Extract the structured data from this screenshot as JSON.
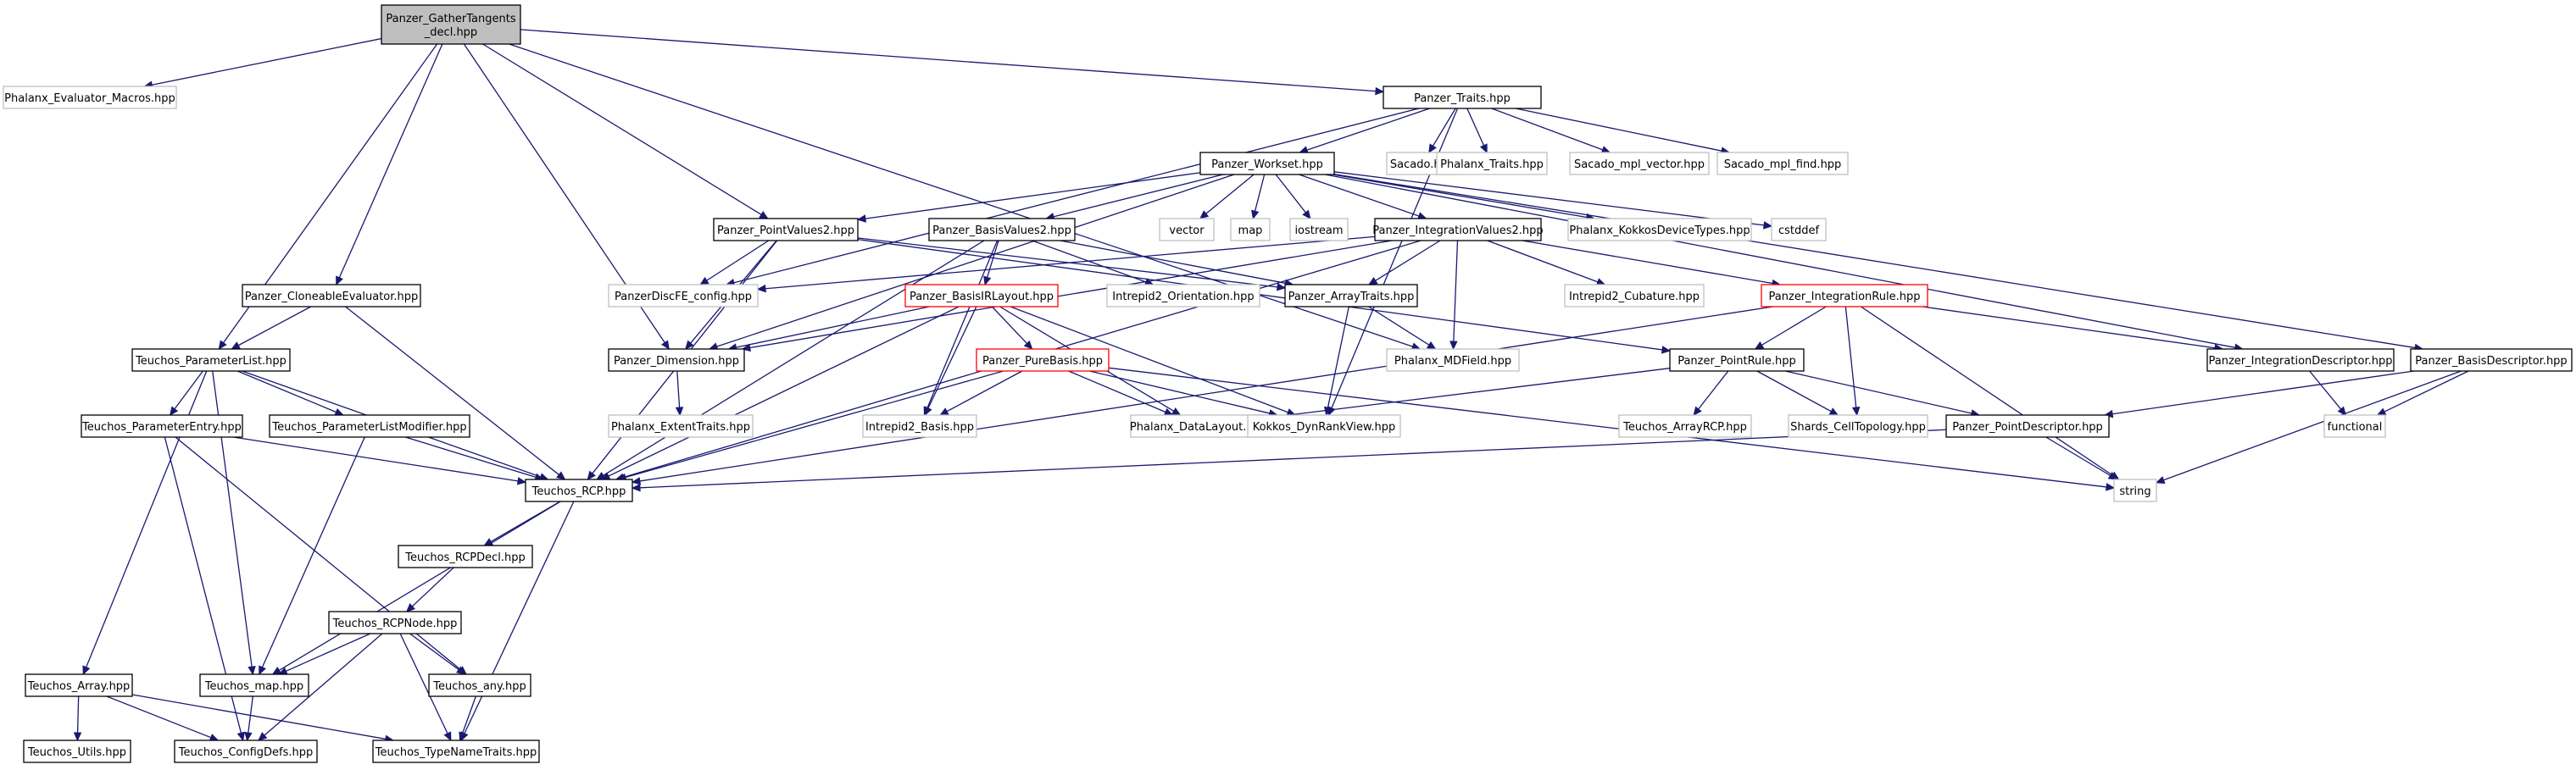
{
  "diagram": {
    "type": "include-dependency-graph",
    "colors": {
      "edge": "#191970",
      "border_normal": "#000000",
      "border_system": "#bfbfbf",
      "border_incomplete": "#ff0000",
      "fill_root": "#bfbfbf",
      "fill_default": "#ffffff"
    },
    "nodes": [
      {
        "id": "root",
        "lines": [
          "Panzer_GatherTangents",
          "_decl.hpp"
        ],
        "style": "root"
      },
      {
        "id": "phx_eval_macros",
        "lines": [
          "Phalanx_Evaluator_Macros.hpp"
        ],
        "style": "system"
      },
      {
        "id": "traits",
        "lines": [
          "Panzer_Traits.hpp"
        ],
        "style": "normal"
      },
      {
        "id": "workset",
        "lines": [
          "Panzer_Workset.hpp"
        ],
        "style": "normal"
      },
      {
        "id": "sacado",
        "lines": [
          "Sacado.hpp"
        ],
        "style": "system"
      },
      {
        "id": "phx_traits",
        "lines": [
          "Phalanx_Traits.hpp"
        ],
        "style": "system"
      },
      {
        "id": "sacado_mpl_vector",
        "lines": [
          "Sacado_mpl_vector.hpp"
        ],
        "style": "system"
      },
      {
        "id": "sacado_mpl_find",
        "lines": [
          "Sacado_mpl_find.hpp"
        ],
        "style": "system"
      },
      {
        "id": "pv2",
        "lines": [
          "Panzer_PointValues2.hpp"
        ],
        "style": "normal"
      },
      {
        "id": "bv2",
        "lines": [
          "Panzer_BasisValues2.hpp"
        ],
        "style": "normal"
      },
      {
        "id": "vector",
        "lines": [
          "vector"
        ],
        "style": "system"
      },
      {
        "id": "map",
        "lines": [
          "map"
        ],
        "style": "system"
      },
      {
        "id": "iostream",
        "lines": [
          "iostream"
        ],
        "style": "system"
      },
      {
        "id": "iv2",
        "lines": [
          "Panzer_IntegrationValues2.hpp"
        ],
        "style": "normal"
      },
      {
        "id": "phx_kokkos_dev",
        "lines": [
          "Phalanx_KokkosDeviceTypes.hpp"
        ],
        "style": "system"
      },
      {
        "id": "cstddef",
        "lines": [
          "cstddef"
        ],
        "style": "system"
      },
      {
        "id": "cloneable",
        "lines": [
          "Panzer_CloneableEvaluator.hpp"
        ],
        "style": "normal"
      },
      {
        "id": "pdfe_config",
        "lines": [
          "PanzerDiscFE_config.hpp"
        ],
        "style": "system"
      },
      {
        "id": "basis_irlayout",
        "lines": [
          "Panzer_BasisIRLayout.hpp"
        ],
        "style": "incomplete"
      },
      {
        "id": "i2_orientation",
        "lines": [
          "Intrepid2_Orientation.hpp"
        ],
        "style": "system"
      },
      {
        "id": "array_traits",
        "lines": [
          "Panzer_ArrayTraits.hpp"
        ],
        "style": "normal"
      },
      {
        "id": "i2_cubature",
        "lines": [
          "Intrepid2_Cubature.hpp"
        ],
        "style": "system"
      },
      {
        "id": "int_rule",
        "lines": [
          "Panzer_IntegrationRule.hpp"
        ],
        "style": "incomplete"
      },
      {
        "id": "param_list",
        "lines": [
          "Teuchos_ParameterList.hpp"
        ],
        "style": "normal"
      },
      {
        "id": "dimension",
        "lines": [
          "Panzer_Dimension.hpp"
        ],
        "style": "normal"
      },
      {
        "id": "pure_basis",
        "lines": [
          "Panzer_PureBasis.hpp"
        ],
        "style": "incomplete"
      },
      {
        "id": "phx_mdfield",
        "lines": [
          "Phalanx_MDField.hpp"
        ],
        "style": "system"
      },
      {
        "id": "point_rule",
        "lines": [
          "Panzer_PointRule.hpp"
        ],
        "style": "normal"
      },
      {
        "id": "int_desc",
        "lines": [
          "Panzer_IntegrationDescriptor.hpp"
        ],
        "style": "normal"
      },
      {
        "id": "basis_desc",
        "lines": [
          "Panzer_BasisDescriptor.hpp"
        ],
        "style": "normal"
      },
      {
        "id": "param_entry",
        "lines": [
          "Teuchos_ParameterEntry.hpp"
        ],
        "style": "normal"
      },
      {
        "id": "param_list_mod",
        "lines": [
          "Teuchos_ParameterListModifier.hpp"
        ],
        "style": "normal"
      },
      {
        "id": "phx_extent",
        "lines": [
          "Phalanx_ExtentTraits.hpp"
        ],
        "style": "system"
      },
      {
        "id": "i2_basis",
        "lines": [
          "Intrepid2_Basis.hpp"
        ],
        "style": "system"
      },
      {
        "id": "phx_datalayout",
        "lines": [
          "Phalanx_DataLayout.hpp"
        ],
        "style": "system"
      },
      {
        "id": "kokkos_drv",
        "lines": [
          "Kokkos_DynRankView.hpp"
        ],
        "style": "system"
      },
      {
        "id": "teuchos_arrayrcp",
        "lines": [
          "Teuchos_ArrayRCP.hpp"
        ],
        "style": "system"
      },
      {
        "id": "shards_celltop",
        "lines": [
          "Shards_CellTopology.hpp"
        ],
        "style": "system"
      },
      {
        "id": "point_desc",
        "lines": [
          "Panzer_PointDescriptor.hpp"
        ],
        "style": "normal"
      },
      {
        "id": "functional",
        "lines": [
          "functional"
        ],
        "style": "system"
      },
      {
        "id": "rcp",
        "lines": [
          "Teuchos_RCP.hpp"
        ],
        "style": "normal"
      },
      {
        "id": "string",
        "lines": [
          "string"
        ],
        "style": "system"
      },
      {
        "id": "rcpdecl",
        "lines": [
          "Teuchos_RCPDecl.hpp"
        ],
        "style": "normal"
      },
      {
        "id": "rcpnode",
        "lines": [
          "Teuchos_RCPNode.hpp"
        ],
        "style": "normal"
      },
      {
        "id": "teuchos_array",
        "lines": [
          "Teuchos_Array.hpp"
        ],
        "style": "normal"
      },
      {
        "id": "teuchos_map",
        "lines": [
          "Teuchos_map.hpp"
        ],
        "style": "normal"
      },
      {
        "id": "teuchos_any",
        "lines": [
          "Teuchos_any.hpp"
        ],
        "style": "normal"
      },
      {
        "id": "teuchos_utils",
        "lines": [
          "Teuchos_Utils.hpp"
        ],
        "style": "normal"
      },
      {
        "id": "config_defs",
        "lines": [
          "Teuchos_ConfigDefs.hpp"
        ],
        "style": "normal"
      },
      {
        "id": "typename_traits",
        "lines": [
          "Teuchos_TypeNameTraits.hpp"
        ],
        "style": "normal"
      }
    ],
    "edges": [
      [
        "root",
        "phx_eval_macros"
      ],
      [
        "root",
        "traits"
      ],
      [
        "root",
        "pv2"
      ],
      [
        "root",
        "cloneable"
      ],
      [
        "root",
        "param_list"
      ],
      [
        "root",
        "dimension"
      ],
      [
        "root",
        "phx_mdfield"
      ],
      [
        "traits",
        "workset"
      ],
      [
        "traits",
        "sacado"
      ],
      [
        "traits",
        "phx_traits"
      ],
      [
        "traits",
        "sacado_mpl_vector"
      ],
      [
        "traits",
        "sacado_mpl_find"
      ],
      [
        "traits",
        "pdfe_config"
      ],
      [
        "traits",
        "kokkos_drv"
      ],
      [
        "workset",
        "pv2"
      ],
      [
        "workset",
        "bv2"
      ],
      [
        "workset",
        "vector"
      ],
      [
        "workset",
        "map"
      ],
      [
        "workset",
        "iostream"
      ],
      [
        "workset",
        "iv2"
      ],
      [
        "workset",
        "phx_kokkos_dev"
      ],
      [
        "workset",
        "cstddef"
      ],
      [
        "workset",
        "dimension"
      ],
      [
        "workset",
        "int_desc"
      ],
      [
        "workset",
        "basis_desc"
      ],
      [
        "pv2",
        "pdfe_config"
      ],
      [
        "pv2",
        "dimension"
      ],
      [
        "pv2",
        "array_traits"
      ],
      [
        "pv2",
        "point_rule"
      ],
      [
        "pv2",
        "rcp"
      ],
      [
        "bv2",
        "basis_irlayout"
      ],
      [
        "bv2",
        "i2_orientation"
      ],
      [
        "bv2",
        "array_traits"
      ],
      [
        "bv2",
        "i2_basis"
      ],
      [
        "bv2",
        "rcp"
      ],
      [
        "iv2",
        "pdfe_config"
      ],
      [
        "iv2",
        "array_traits"
      ],
      [
        "iv2",
        "i2_cubature"
      ],
      [
        "iv2",
        "int_rule"
      ],
      [
        "iv2",
        "dimension"
      ],
      [
        "iv2",
        "phx_mdfield"
      ],
      [
        "iv2",
        "rcp"
      ],
      [
        "cloneable",
        "param_list"
      ],
      [
        "cloneable",
        "rcp"
      ],
      [
        "basis_irlayout",
        "pure_basis"
      ],
      [
        "basis_irlayout",
        "dimension"
      ],
      [
        "basis_irlayout",
        "i2_basis"
      ],
      [
        "basis_irlayout",
        "phx_datalayout"
      ],
      [
        "basis_irlayout",
        "kokkos_drv"
      ],
      [
        "basis_irlayout",
        "rcp"
      ],
      [
        "array_traits",
        "phx_mdfield"
      ],
      [
        "array_traits",
        "kokkos_drv"
      ],
      [
        "int_rule",
        "point_rule"
      ],
      [
        "int_rule",
        "int_desc"
      ],
      [
        "int_rule",
        "shards_celltop"
      ],
      [
        "int_rule",
        "string"
      ],
      [
        "int_rule",
        "rcp"
      ],
      [
        "param_list",
        "param_entry"
      ],
      [
        "param_list",
        "param_list_mod"
      ],
      [
        "param_list",
        "rcp"
      ],
      [
        "param_list",
        "teuchos_array"
      ],
      [
        "param_list",
        "teuchos_map"
      ],
      [
        "dimension",
        "phx_extent"
      ],
      [
        "pure_basis",
        "i2_basis"
      ],
      [
        "pure_basis",
        "phx_datalayout"
      ],
      [
        "pure_basis",
        "kokkos_drv"
      ],
      [
        "pure_basis",
        "rcp"
      ],
      [
        "pure_basis",
        "string"
      ],
      [
        "point_rule",
        "teuchos_arrayrcp"
      ],
      [
        "point_rule",
        "shards_celltop"
      ],
      [
        "point_rule",
        "point_desc"
      ],
      [
        "point_rule",
        "phx_datalayout"
      ],
      [
        "int_desc",
        "functional"
      ],
      [
        "basis_desc",
        "point_desc"
      ],
      [
        "basis_desc",
        "functional"
      ],
      [
        "basis_desc",
        "string"
      ],
      [
        "param_entry",
        "rcp"
      ],
      [
        "param_entry",
        "teuchos_any"
      ],
      [
        "param_entry",
        "config_defs"
      ],
      [
        "param_list_mod",
        "rcp"
      ],
      [
        "param_list_mod",
        "teuchos_map"
      ],
      [
        "point_desc",
        "rcp"
      ],
      [
        "point_desc",
        "string"
      ],
      [
        "rcp",
        "rcpdecl"
      ],
      [
        "rcp",
        "teuchos_map"
      ],
      [
        "rcp",
        "typename_traits"
      ],
      [
        "rcpdecl",
        "rcpnode"
      ],
      [
        "rcpnode",
        "teuchos_map"
      ],
      [
        "rcpnode",
        "teuchos_any"
      ],
      [
        "rcpnode",
        "config_defs"
      ],
      [
        "rcpnode",
        "typename_traits"
      ],
      [
        "teuchos_array",
        "teuchos_utils"
      ],
      [
        "teuchos_array",
        "config_defs"
      ],
      [
        "teuchos_array",
        "typename_traits"
      ],
      [
        "teuchos_map",
        "config_defs"
      ],
      [
        "teuchos_any",
        "typename_traits"
      ]
    ]
  }
}
